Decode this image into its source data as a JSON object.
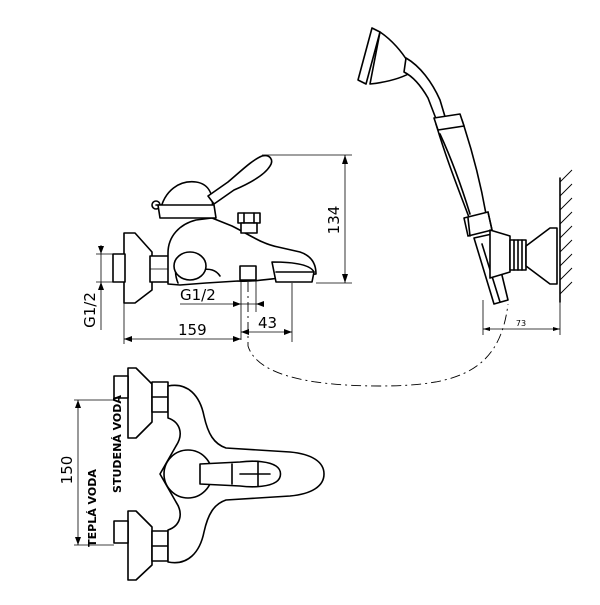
{
  "dimensions": {
    "height": "134",
    "length": "159",
    "outlet_offset": "43",
    "outlet_thread": "G1/2",
    "inlet_thread": "G1/2",
    "holder_depth": "73",
    "center_distance": "150"
  },
  "labels": {
    "cold_water": "STUDENÁ VODA",
    "warm_water": "TEPLÁ VODA"
  }
}
